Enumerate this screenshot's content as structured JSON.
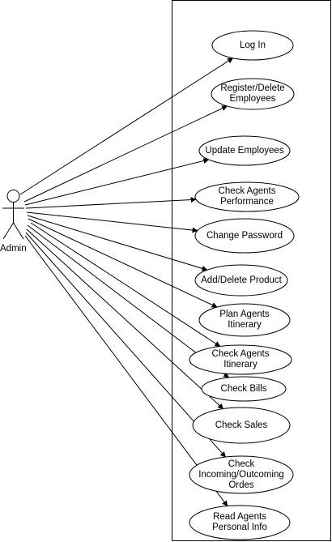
{
  "actor": {
    "name": "Admin",
    "icon": "stick-figure-icon"
  },
  "use_cases": [
    {
      "id": "log-in",
      "label": "Log In"
    },
    {
      "id": "register-delete-employees",
      "label": "Register/Delete\nEmployees"
    },
    {
      "id": "update-employees",
      "label": "Update Employees"
    },
    {
      "id": "check-agents-performance",
      "label": "Check Agents\nPerformance"
    },
    {
      "id": "change-password",
      "label": "Change Password"
    },
    {
      "id": "add-delete-product",
      "label": "Add/Delete Product"
    },
    {
      "id": "plan-agents-itinerary",
      "label": "Plan Agents\nItinerary"
    },
    {
      "id": "check-agents-itinerary",
      "label": "Check Agents\nItinerary"
    },
    {
      "id": "check-bills",
      "label": "Check Bills"
    },
    {
      "id": "check-sales",
      "label": "Check Sales"
    },
    {
      "id": "check-incoming-outcoming-ordes",
      "label": "Check\nIncoming/Outcoming\nOrdes"
    },
    {
      "id": "read-agents-personal-info",
      "label": "Read Agents\nPersonal Info"
    }
  ],
  "colors": {
    "stroke": "#000000",
    "fill": "#ffffff",
    "text": "#000000"
  }
}
